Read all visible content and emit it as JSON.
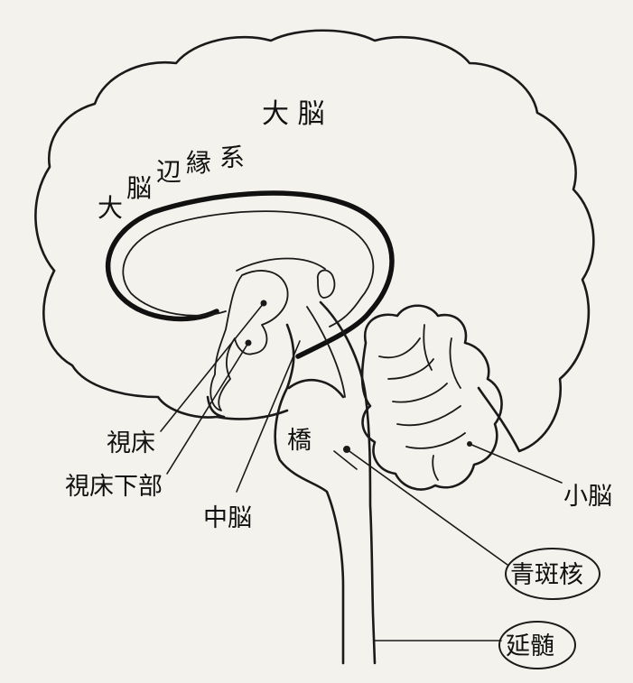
{
  "labels": {
    "cerebrum": "大 脳",
    "limbic_1": "大",
    "limbic_2": "脳",
    "limbic_3": "辺",
    "limbic_4": "縁",
    "limbic_5": "系",
    "thalamus": "視床",
    "hypothalamus": "視床下部",
    "midbrain": "中脳",
    "pons": "橋",
    "cerebellum": "小脳",
    "locus_coeruleus": "青斑核",
    "medulla": "延髄"
  },
  "colors": {
    "paper": "#f3f2ec",
    "ink": "#1a1a1a"
  }
}
